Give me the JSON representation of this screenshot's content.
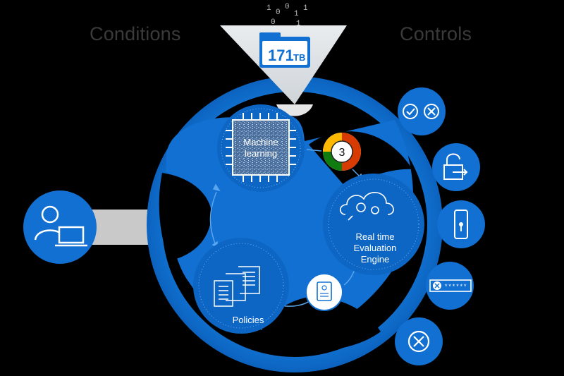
{
  "header": {
    "conditions_label": "Conditions",
    "controls_label": "Controls"
  },
  "data_funnel": {
    "storage_value": "171",
    "storage_unit": "TB",
    "binary_digits": [
      "1",
      "0",
      "0",
      "1",
      "1",
      "0",
      "1"
    ]
  },
  "engine": {
    "machine_learning_line1": "Machine",
    "machine_learning_line2": "learning",
    "risk_score": "3",
    "evaluation_line1": "Real time",
    "evaluation_line2": "Evaluation",
    "evaluation_line3": "Engine",
    "policies_label": "Policies"
  },
  "colors": {
    "primary_blue": "#1170d1",
    "dark_blue": "#0b5fb6",
    "ring_highlight": "#1e84e0",
    "score_red": "#d83b01",
    "score_yellow": "#ffb900",
    "score_green": "#107c10"
  },
  "controls": [
    {
      "icon": "allow-block-icon"
    },
    {
      "icon": "lock-access-icon"
    },
    {
      "icon": "mobile-lock-icon"
    },
    {
      "icon": "password-block-icon"
    },
    {
      "icon": "block-icon"
    }
  ]
}
